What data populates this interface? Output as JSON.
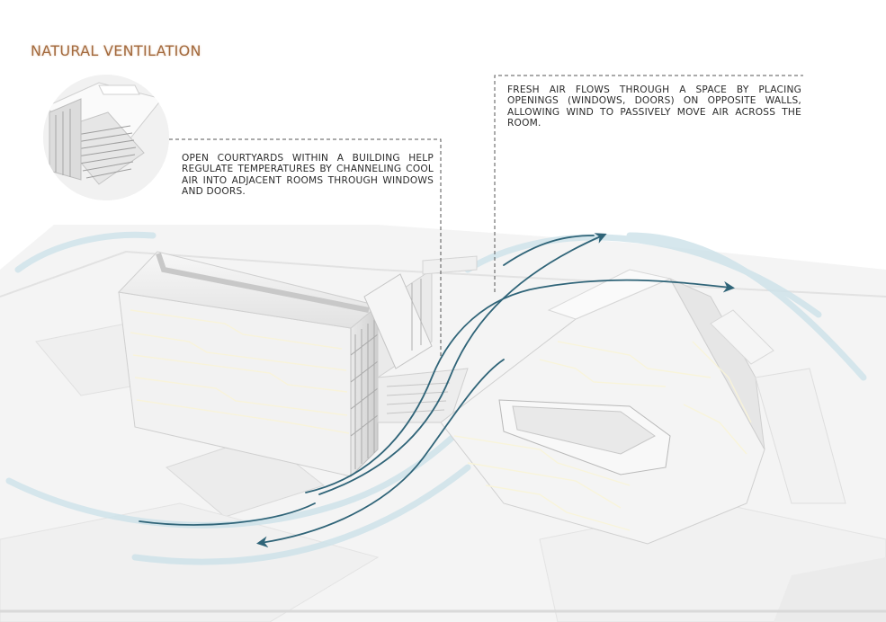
{
  "header": {
    "title": "NATURAL VENTILATION"
  },
  "annotations": {
    "courtyard": "OPEN COURTYARDS WITHIN A BUILDING HELP REGULATE TEMPERATURES BY CHANNELING COOL AIR INTO ADJACENT ROOMS THROUGH WINDOWS AND DOORS.",
    "cross_ventilation": "FRESH AIR FLOWS THROUGH A SPACE BY PLACING OPENINGS (WINDOWS, DOORS) ON OPPOSITE WALLS, ALLOWING WIND TO PASSIVELY MOVE AIR ACROSS THE ROOM."
  },
  "colors": {
    "title": "#a36a3e",
    "airflow": "#2f6478",
    "wind_band": "#cfe3ea",
    "callout_line": "#555555"
  },
  "icons": {
    "airflow_arrow": "arrowhead"
  }
}
